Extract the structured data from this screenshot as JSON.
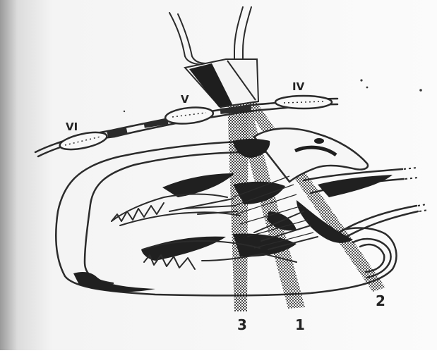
{
  "figure": {
    "rib_labels": {
      "rib_vi": "VI",
      "rib_v": "V",
      "rib_iv": "IV"
    },
    "beam_labels": {
      "beam_3": "3",
      "beam_1": "1",
      "beam_2": "2"
    }
  }
}
